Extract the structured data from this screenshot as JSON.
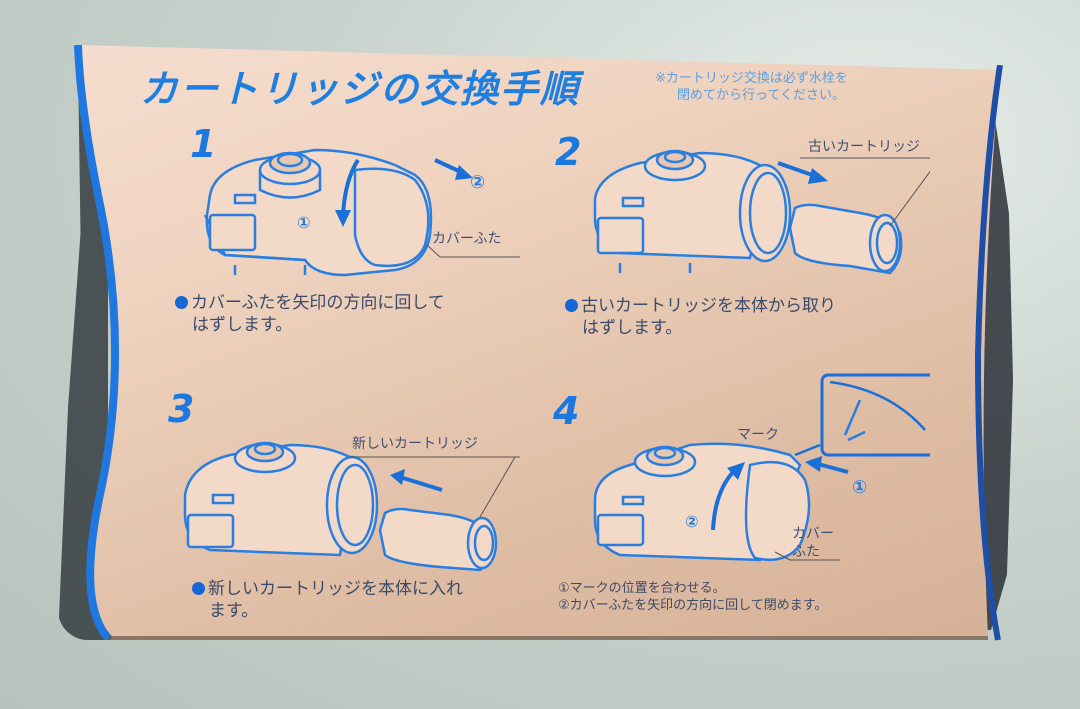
{
  "title": "カートリッジの交換手順",
  "notice": {
    "line1": "※カートリッジ交換は必ず水栓を",
    "line2": "閉めてから行ってください。"
  },
  "steps": [
    {
      "number": "1",
      "caption_line1": "カバーふたを矢印の方向に回して",
      "caption_line2": "はずします。",
      "labels": {
        "part": "カバーふた",
        "marker1": "①",
        "marker2": "②"
      }
    },
    {
      "number": "2",
      "caption_line1": "古いカートリッジを本体から取り",
      "caption_line2": "はずします。",
      "labels": {
        "part": "古いカートリッジ"
      }
    },
    {
      "number": "3",
      "caption_line1": "新しいカートリッジを本体に入れ",
      "caption_line2": "ます。",
      "labels": {
        "part": "新しいカートリッジ"
      }
    },
    {
      "number": "4",
      "caption_line1": "①マークの位置を合わせる。",
      "caption_line2": "②カバーふたを矢印の方向に回して閉めます。",
      "labels": {
        "mark": "マーク",
        "part_line1": "カバー",
        "part_line2": "ふた",
        "marker1": "①",
        "marker2": "②"
      }
    }
  ],
  "colors": {
    "accent_blue": "#1f7fe0",
    "card_beige": "#efd3bf",
    "text_dark": "#3a4a6a",
    "background": "#c9d3ce"
  }
}
